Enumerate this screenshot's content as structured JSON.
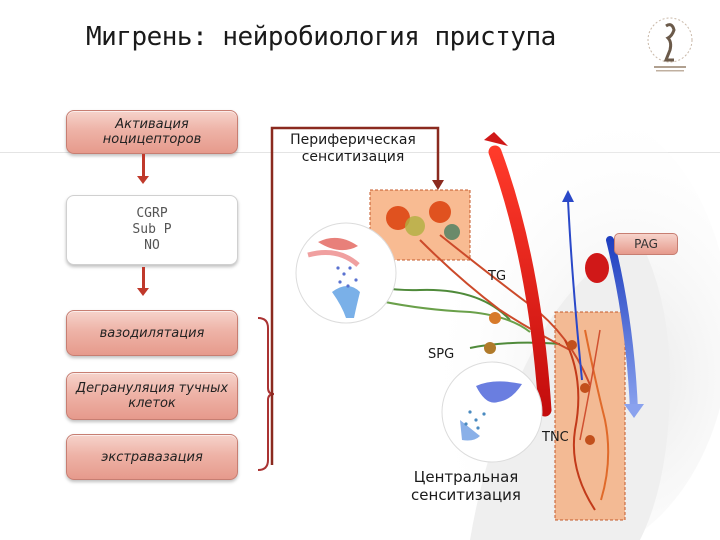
{
  "title": "Мигрень: нейробиология приступа",
  "left_boxes": {
    "activation": "Активация ноцицепторов",
    "mediators": [
      "CGRP",
      "Sub P",
      "NO"
    ],
    "vasodilation": "вазодилятация",
    "degranulation": "Дегрануляция тучных клеток",
    "extravasation": "экстравазация"
  },
  "labels": {
    "peripheral": "Периферическая сенситизация",
    "central": "Центральная сенситизация",
    "tg": "TG",
    "spg": "SPG",
    "tnc": "TNC",
    "pag": "PAG"
  },
  "colors": {
    "box_top": "#f6d3cb",
    "box_bottom": "#e69a8c",
    "arrow": "#c0392b",
    "frame": "#8b2a1f",
    "highlight_box": "#f5a46e",
    "red_arrow": "#e01b1b",
    "blue_arrow": "#3a5bd0",
    "nerve_green": "#4f8a3a"
  }
}
